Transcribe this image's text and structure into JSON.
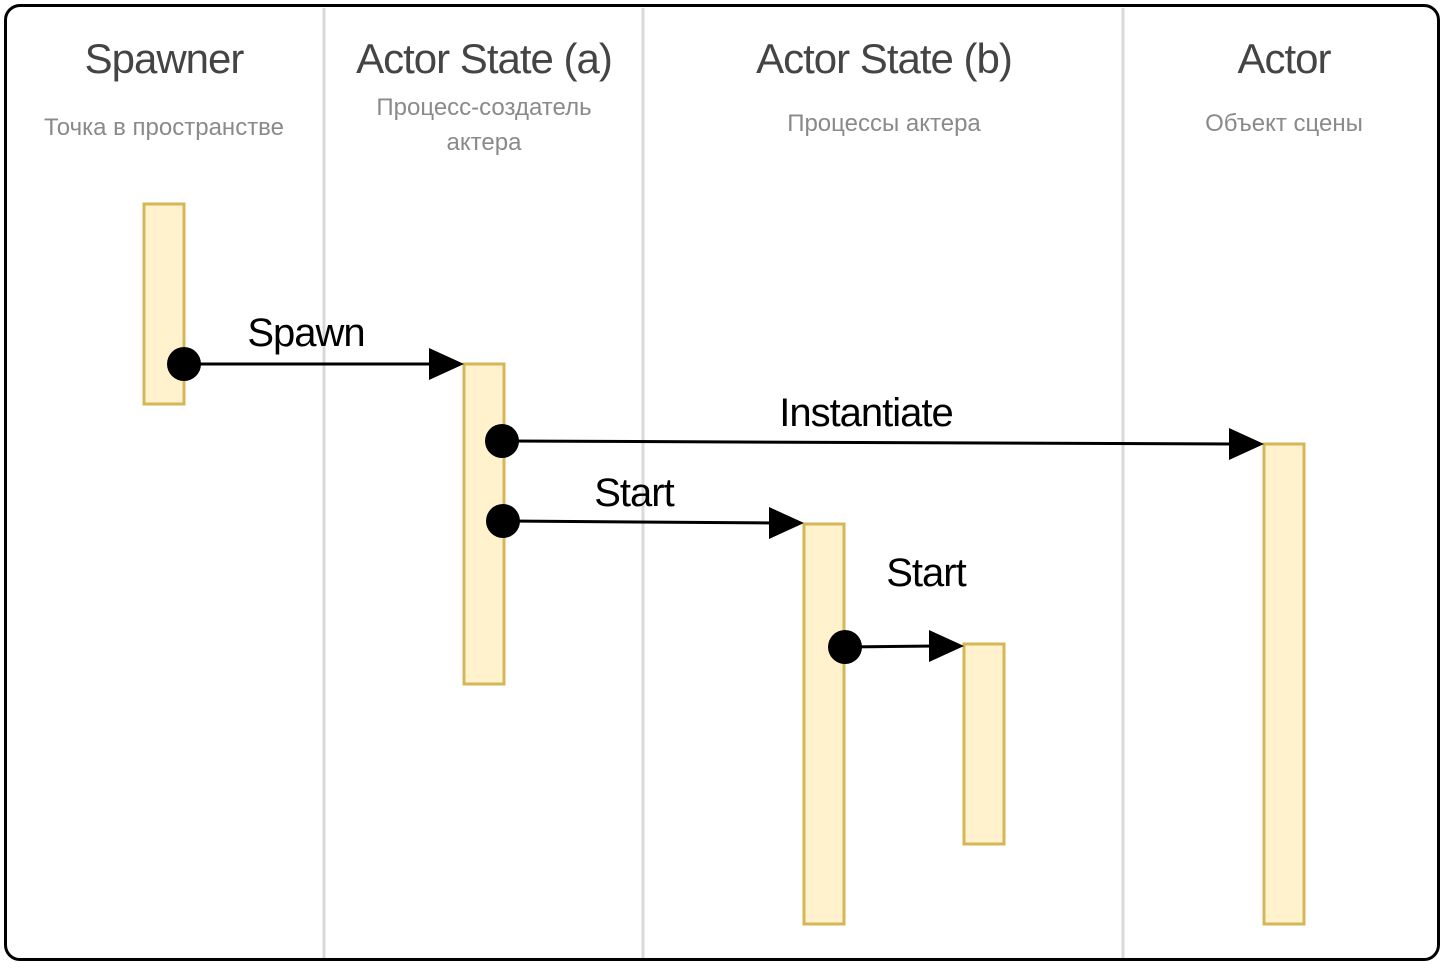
{
  "colors": {
    "activation_fill": "#fff2cc",
    "activation_stroke": "#d6b656",
    "separator": "#d9d9d9",
    "arrow": "#000000",
    "title": "#444444",
    "subtitle": "#8a8a8a"
  },
  "lanes": [
    {
      "title": "Spawner",
      "subtitle_lines": [
        "Точка в пространстве"
      ]
    },
    {
      "title": "Actor State (a)",
      "subtitle_lines": [
        "Процесс-создатель",
        "актера"
      ]
    },
    {
      "title": "Actor State (b)",
      "subtitle_lines": [
        "Процессы актера"
      ]
    },
    {
      "title": "Actor",
      "subtitle_lines": [
        "Объект сцены"
      ]
    }
  ],
  "messages": [
    {
      "label": "Spawn",
      "from": "Spawner",
      "to": "Actor State (a)"
    },
    {
      "label": "Instantiate",
      "from": "Actor State (a)",
      "to": "Actor"
    },
    {
      "label": "Start",
      "from": "Actor State (a)",
      "to": "Actor State (b)"
    },
    {
      "label": "Start",
      "from": "Actor State (b)",
      "to": "Actor State (b)"
    }
  ]
}
